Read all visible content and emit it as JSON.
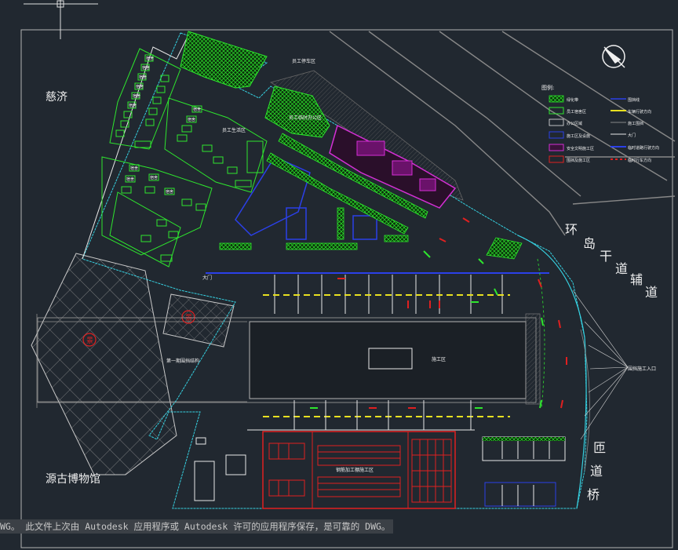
{
  "labels": {
    "ciji": "慈济",
    "museum": "源古博物馆",
    "road_chars": [
      "环",
      "岛",
      "干",
      "道",
      "辅",
      "道"
    ],
    "bridge_chars": [
      "匝",
      "道",
      "桥"
    ],
    "worker_parking": "员工停车区",
    "worker_living": "员工生活区",
    "office_area": "员工临时办公区",
    "construction_area": "施工区",
    "rebar_shop": "钢筋加工棚施工区",
    "first_stage": "第一期围挡结构",
    "entrance": "大门",
    "fence_label": "围挡施工入口"
  },
  "legend": {
    "title": "图例:",
    "left": [
      "绿化带",
      "员工宿舍区",
      "办公区域",
      "施工区及设施",
      "安全文明施工区",
      "围挡及施工区"
    ],
    "right": [
      "围挡线",
      "车辆行驶方向",
      "施工围挡",
      "大门",
      "临时道路行驶方向",
      "临时行车方向"
    ]
  },
  "dorm_labels": [
    "宿舍",
    "宿舍",
    "宿舍",
    "宿舍",
    "宿舍",
    "宿舍",
    "宿舍",
    "宿舍",
    "宿舍",
    "宿舍",
    "宿舍",
    "宿舍"
  ],
  "colors": {
    "background": "#212830",
    "frame": "#b4b4b4",
    "boundary": "#36d0e0",
    "green_zone": "#2ee62e",
    "building": "#ffffff",
    "magenta_zone": "#d42fd4",
    "blue_zone": "#2b40e8",
    "red_zone": "#e02020",
    "yellow_dash": "#e8e020",
    "road_grey": "#888888"
  },
  "status": {
    "text": "WG。  此文件上次由 Autodesk 应用程序或 Autodesk 许可的应用程序保存，是可靠的 DWG。"
  },
  "icons": {
    "north_arrow": "north-arrow-icon",
    "crosshair": "crosshair-cursor-icon"
  }
}
